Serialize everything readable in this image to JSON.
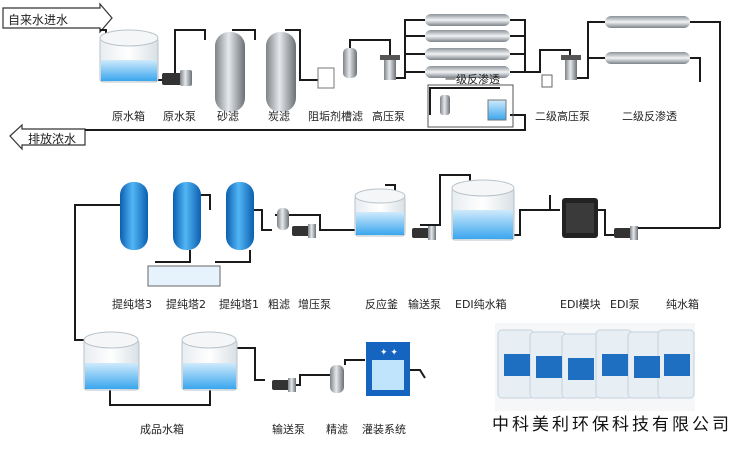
{
  "inlet_label": "自来水进水",
  "outlet_label": "排放浓水",
  "row1": {
    "raw_tank": "原水箱",
    "raw_pump": "原水泵",
    "sand_filter": "砂滤",
    "carbon_filter": "炭滤",
    "antiscalant_filter": "阻垢剂槽滤",
    "hp_pump": "高压泵",
    "ro1": "一级反渗透",
    "hp_pump2": "二级高压泵",
    "ro2": "二级反渗透"
  },
  "row2": {
    "tower3": "提纯塔3",
    "tower2": "提纯塔2",
    "tower1": "提纯塔1",
    "coarse_filter": "粗滤",
    "booster_pump": "增压泵",
    "reactor": "反应釜",
    "transfer_pump": "输送泵",
    "edi_tank": "EDI纯水箱",
    "edi_module": "EDI模块",
    "edi_pump": "EDI泵",
    "pure_tank": "纯水箱"
  },
  "row3": {
    "product_tank": "成品水箱",
    "transfer_pump": "输送泵",
    "fine_filter": "精滤",
    "filling_system": "灌装系统"
  },
  "company": "中科美利环保科技有限公司",
  "colors": {
    "pipe": "#1a1a1a",
    "water": "#4fb3f0",
    "tower": "#1f8fe3",
    "tank_shell": "#eef2f5"
  }
}
